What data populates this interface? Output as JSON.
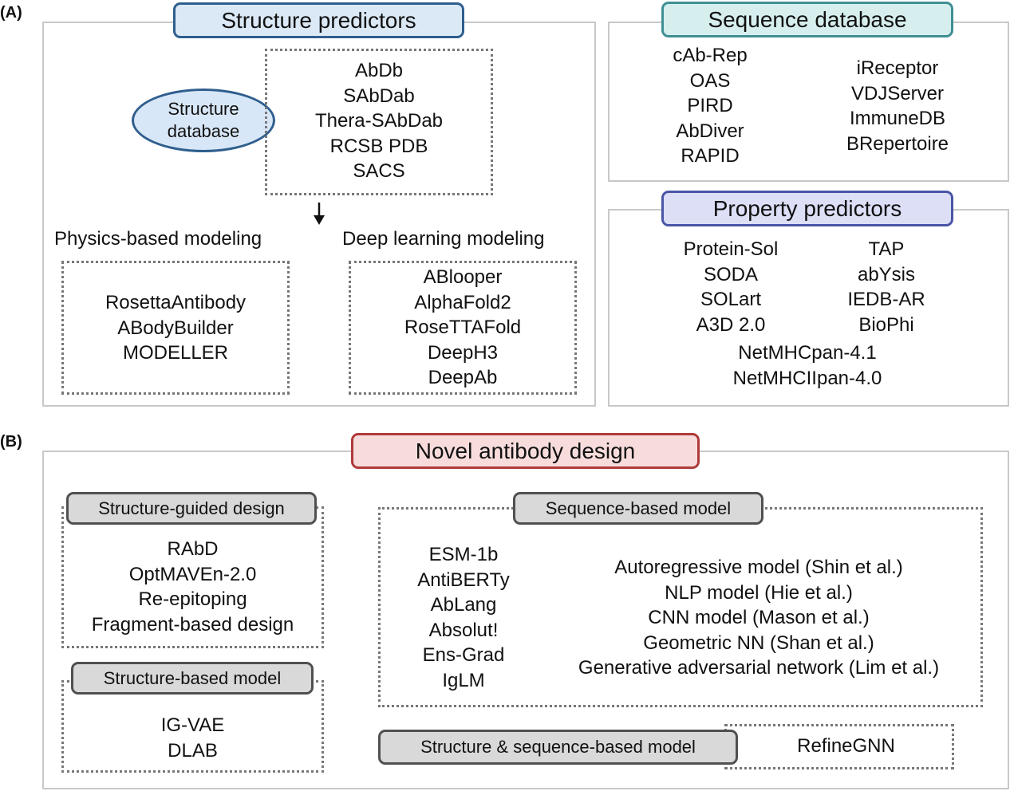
{
  "panel_a": {
    "letter": "(A)",
    "structure_predictors": {
      "title": "Structure predictors",
      "structure_db_label": [
        "Structure",
        "database"
      ],
      "databases": [
        "AbDb",
        "SAbDab",
        "Thera-SAbDab",
        "RCSB PDB",
        "SACS"
      ],
      "physics": {
        "heading": "Physics-based modeling",
        "items": [
          "RosettaAntibody",
          "ABodyBuilder",
          "MODELLER"
        ]
      },
      "deep": {
        "heading": "Deep learning modeling",
        "items": [
          "ABlooper",
          "AlphaFold2",
          "RoseTTAFold",
          "DeepH3",
          "DeepAb"
        ]
      }
    },
    "sequence_database": {
      "title": "Sequence database",
      "left": [
        "cAb-Rep",
        "OAS",
        "PIRD",
        "AbDiver",
        "RAPID"
      ],
      "right": [
        "iReceptor",
        "VDJServer",
        "ImmuneDB",
        "BRepertoire"
      ]
    },
    "property_predictors": {
      "title": "Property predictors",
      "left": [
        "Protein-Sol",
        "SODA",
        "SOLart",
        "A3D 2.0"
      ],
      "right": [
        "TAP",
        "abYsis",
        "IEDB-AR",
        "BioPhi"
      ],
      "bottom": [
        "NetMHCpan-4.1",
        "NetMHCIIpan-4.0"
      ]
    }
  },
  "panel_b": {
    "letter": "(B)",
    "title": "Novel antibody design",
    "structure_guided": {
      "title": "Structure-guided design",
      "items": [
        "RAbD",
        "OptMAVEn-2.0",
        "Re-epitoping",
        "Fragment-based design"
      ]
    },
    "structure_based": {
      "title": "Structure-based model",
      "items": [
        "IG-VAE",
        "DLAB"
      ]
    },
    "sequence_based": {
      "title": "Sequence-based model",
      "left": [
        "ESM-1b",
        "AntiBERTy",
        "AbLang",
        "Absolut!",
        "Ens-Grad",
        "IgLM"
      ],
      "right": [
        "Autoregressive model (Shin et al.)",
        "NLP model (Hie et al.)",
        "CNN model (Mason et al.)",
        "Geometric NN (Shan et al.)",
        "Generative adversarial network (Lim et al.)"
      ]
    },
    "struct_seq": {
      "title": "Structure & sequence-based model",
      "items": [
        "RefineGNN"
      ]
    }
  },
  "colors": {
    "structure_predictors": {
      "fill": "#dbe9f7",
      "border": "#2f5e8e"
    },
    "sequence_database": {
      "fill": "#d6efee",
      "border": "#3f8f94"
    },
    "property_predictors": {
      "fill": "#dcdff6",
      "border": "#4a55a6"
    },
    "novel_design": {
      "fill": "#f8dcdc",
      "border": "#b03a3a"
    },
    "structure_db_ellipse": {
      "fill": "#d8e7f7",
      "border": "#2f5e8e"
    }
  }
}
